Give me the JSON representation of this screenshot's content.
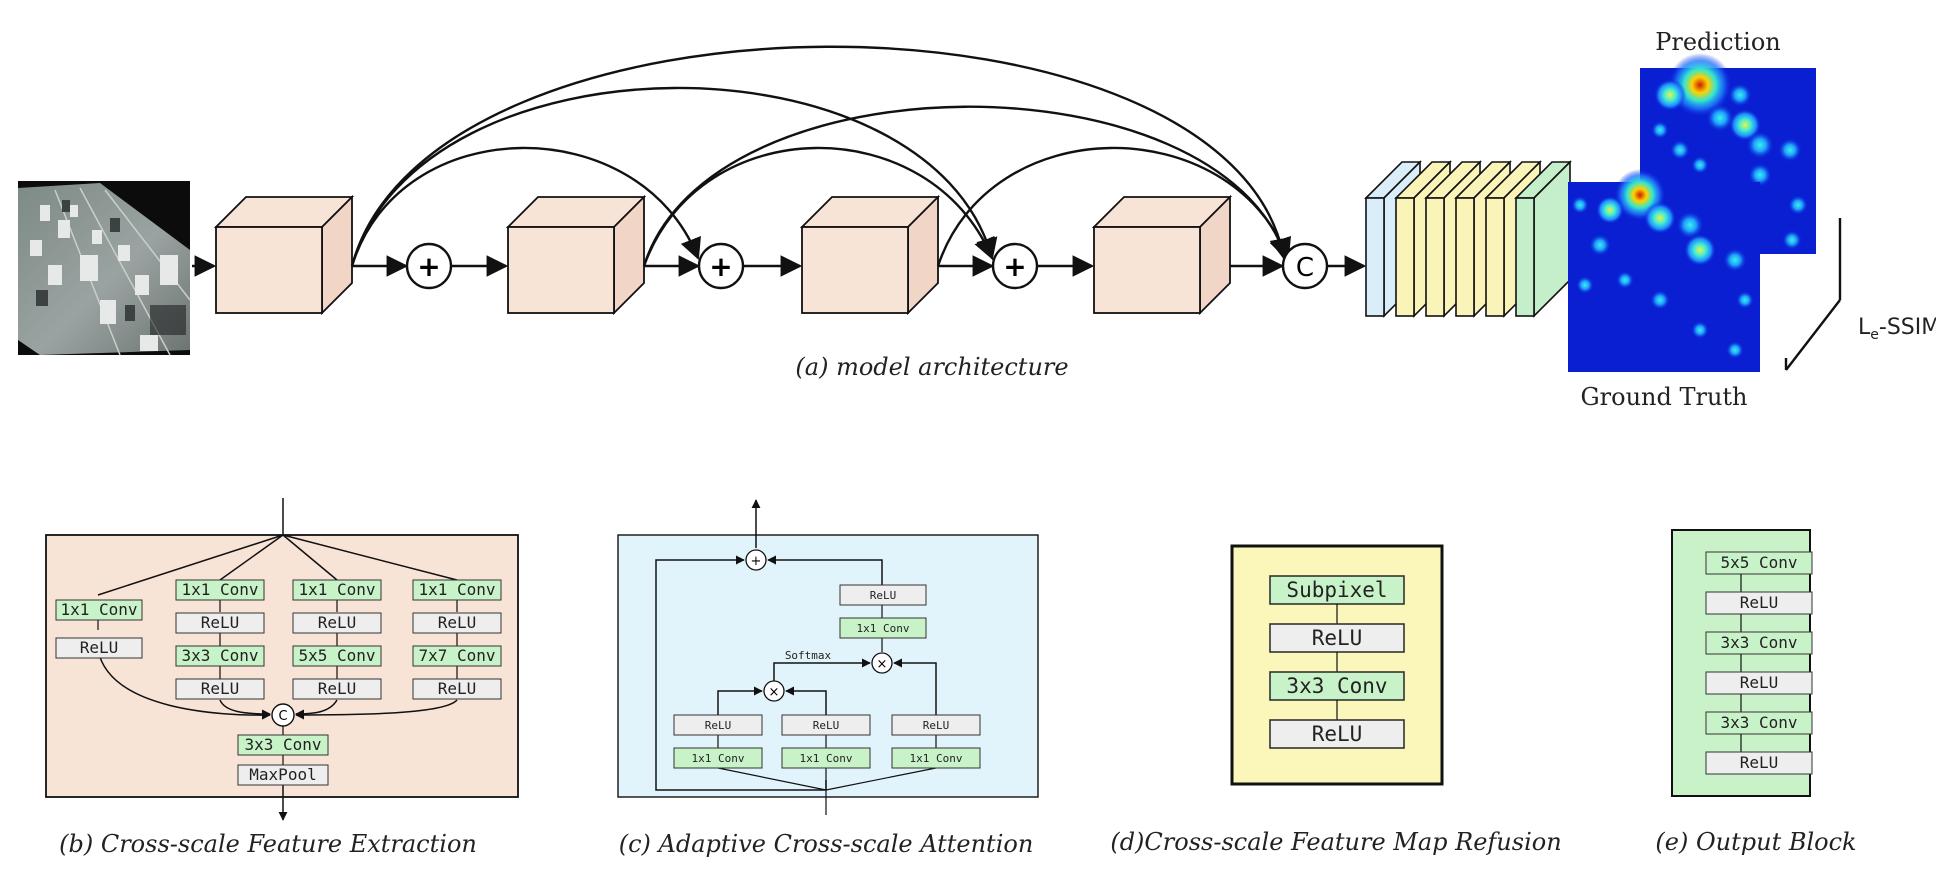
{
  "captions": {
    "a": "(a) model architecture",
    "b": "(b) Cross-scale Feature Extraction",
    "c": "(c) Adaptive Cross-scale Attention",
    "d": "(d)Cross-scale Feature Map Refusion",
    "e": "(e) Output Block"
  },
  "architecture": {
    "add_symbol": "+",
    "concat_symbol": "C",
    "prediction_label": "Prediction",
    "ground_truth_label": "Ground Truth",
    "loss_label": "L",
    "loss_subscript": "e",
    "loss_suffix": "-SSIM",
    "output_layer_colors": [
      "#d9eef9",
      "#fbf4b8",
      "#fbf4b8",
      "#fbf4b8",
      "#fbf4b8",
      "#c5efcb"
    ]
  },
  "cfe": {
    "branch1": [
      "1x1 Conv",
      "ReLU"
    ],
    "branch2": [
      "1x1 Conv",
      "ReLU",
      "3x3 Conv",
      "ReLU"
    ],
    "branch3": [
      "1x1 Conv",
      "ReLU",
      "5x5 Conv",
      "ReLU"
    ],
    "branch4": [
      "1x1 Conv",
      "ReLU",
      "7x7 Conv",
      "ReLU"
    ],
    "concat_symbol": "C",
    "tail": [
      "3x3 Conv",
      "MaxPool"
    ]
  },
  "aca": {
    "top_stack": [
      "ReLU",
      "1x1 Conv"
    ],
    "softmax_label": "Softmax",
    "branches": [
      [
        "ReLU",
        "1x1 Conv"
      ],
      [
        "ReLU",
        "1x1 Conv"
      ],
      [
        "ReLU",
        "1x1 Conv"
      ]
    ],
    "mult_symbol": "×",
    "add_symbol": "+"
  },
  "refusion": {
    "layers": [
      "Subpixel",
      "ReLU",
      "3x3 Conv",
      "ReLU"
    ]
  },
  "output_block": {
    "layers": [
      "5x5 Conv",
      "ReLU",
      "3x3 Conv",
      "ReLU",
      "3x3 Conv",
      "ReLU"
    ]
  },
  "colors": {
    "cube_face": "#f8e3d7",
    "conv_green": "#c8f2c8",
    "relu_gray": "#eeeeee",
    "cfe_bg": "#f8e3d7",
    "aca_bg": "#e2f4fb",
    "refusion_bg": "#fbf6b9",
    "output_bg": "#c9f2c9",
    "heat_bg": "#0a1ed2"
  }
}
